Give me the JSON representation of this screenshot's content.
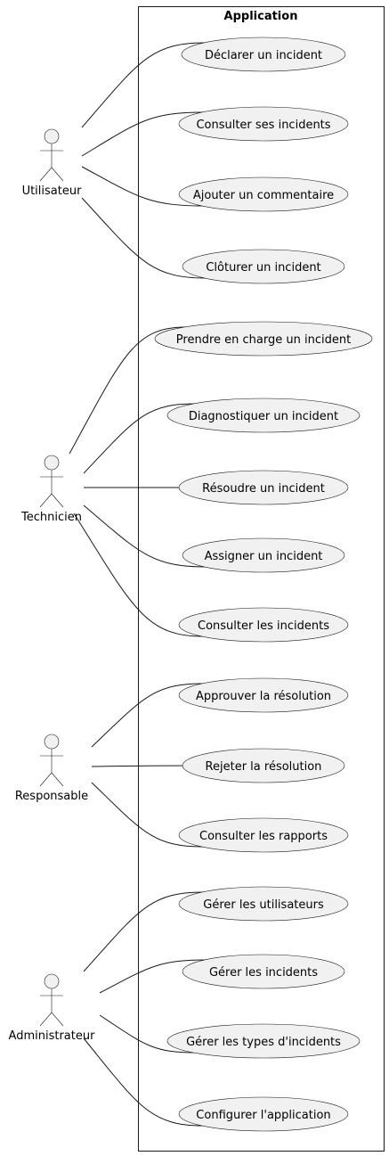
{
  "system": {
    "title": "Application"
  },
  "actors": [
    {
      "id": "utilisateur",
      "label": "Utilisateur"
    },
    {
      "id": "technicien",
      "label": "Technicien"
    },
    {
      "id": "responsable",
      "label": "Responsable"
    },
    {
      "id": "administrateur",
      "label": "Administrateur"
    }
  ],
  "use_cases": [
    {
      "id": "declarer",
      "label": "Déclarer un incident"
    },
    {
      "id": "consulter-ses",
      "label": "Consulter ses incidents"
    },
    {
      "id": "ajouter-commentaire",
      "label": "Ajouter un commentaire"
    },
    {
      "id": "cloturer",
      "label": "Clôturer un incident"
    },
    {
      "id": "prendre-en-charge",
      "label": "Prendre en charge un incident"
    },
    {
      "id": "diagnostiquer",
      "label": "Diagnostiquer un incident"
    },
    {
      "id": "resoudre",
      "label": "Résoudre un incident"
    },
    {
      "id": "assigner",
      "label": "Assigner un incident"
    },
    {
      "id": "consulter-les-incidents",
      "label": "Consulter les incidents"
    },
    {
      "id": "approuver",
      "label": "Approuver la résolution"
    },
    {
      "id": "rejeter",
      "label": "Rejeter la résolution"
    },
    {
      "id": "consulter-rapports",
      "label": "Consulter les rapports"
    },
    {
      "id": "gerer-utilisateurs",
      "label": "Gérer les utilisateurs"
    },
    {
      "id": "gerer-incidents",
      "label": "Gérer les incidents"
    },
    {
      "id": "gerer-types",
      "label": "Gérer les types d'incidents"
    },
    {
      "id": "configurer",
      "label": "Configurer l'application"
    }
  ],
  "associations": [
    {
      "actor": "utilisateur",
      "use_case": "declarer"
    },
    {
      "actor": "utilisateur",
      "use_case": "consulter-ses"
    },
    {
      "actor": "utilisateur",
      "use_case": "ajouter-commentaire"
    },
    {
      "actor": "utilisateur",
      "use_case": "cloturer"
    },
    {
      "actor": "technicien",
      "use_case": "prendre-en-charge"
    },
    {
      "actor": "technicien",
      "use_case": "diagnostiquer"
    },
    {
      "actor": "technicien",
      "use_case": "resoudre"
    },
    {
      "actor": "technicien",
      "use_case": "assigner"
    },
    {
      "actor": "technicien",
      "use_case": "consulter-les-incidents"
    },
    {
      "actor": "responsable",
      "use_case": "approuver"
    },
    {
      "actor": "responsable",
      "use_case": "rejeter"
    },
    {
      "actor": "responsable",
      "use_case": "consulter-rapports"
    },
    {
      "actor": "administrateur",
      "use_case": "gerer-utilisateurs"
    },
    {
      "actor": "administrateur",
      "use_case": "gerer-incidents"
    },
    {
      "actor": "administrateur",
      "use_case": "gerer-types"
    },
    {
      "actor": "administrateur",
      "use_case": "configurer"
    }
  ],
  "colors": {
    "fill": "#f1f1f1",
    "stroke": "#181818",
    "background": "#ffffff"
  }
}
